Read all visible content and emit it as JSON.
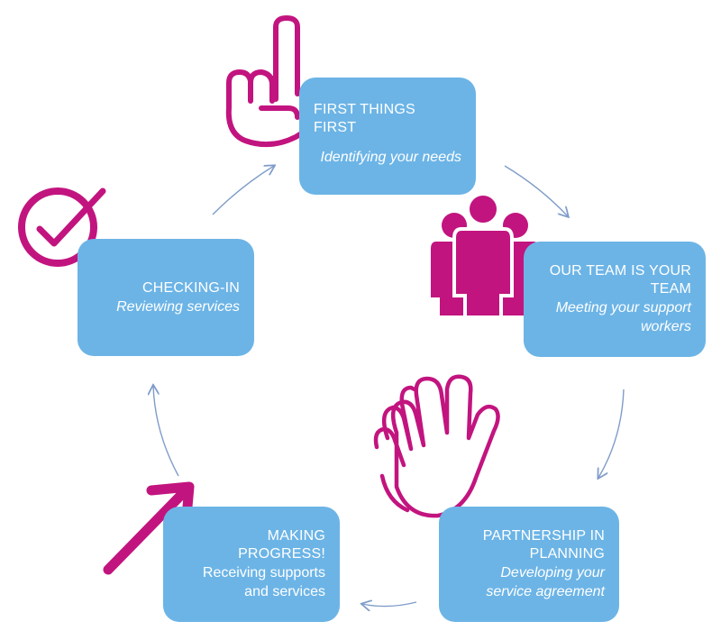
{
  "colors": {
    "box": "#6cb4e6",
    "icon": "#c2147f",
    "arrow": "#7f9cc9",
    "text": "#ffffff"
  },
  "stages": [
    {
      "title": "FIRST THINGS FIRST",
      "subtitle": "Identifying your needs",
      "icon": "raised-finger-hand-icon"
    },
    {
      "title": "OUR TEAM IS YOUR TEAM",
      "subtitle": "Meeting your support workers",
      "icon": "group-of-people-icon"
    },
    {
      "title": "PARTNERSHIP IN PLANNING",
      "subtitle": "Developing your service agreement",
      "icon": "high-five-hands-icon"
    },
    {
      "title": "MAKING PROGRESS!",
      "subtitle": "Receiving supports and services",
      "icon": "upward-arrow-icon"
    },
    {
      "title": "CHECKING-IN",
      "subtitle": "Reviewing services",
      "icon": "magnifier-check-icon"
    }
  ]
}
